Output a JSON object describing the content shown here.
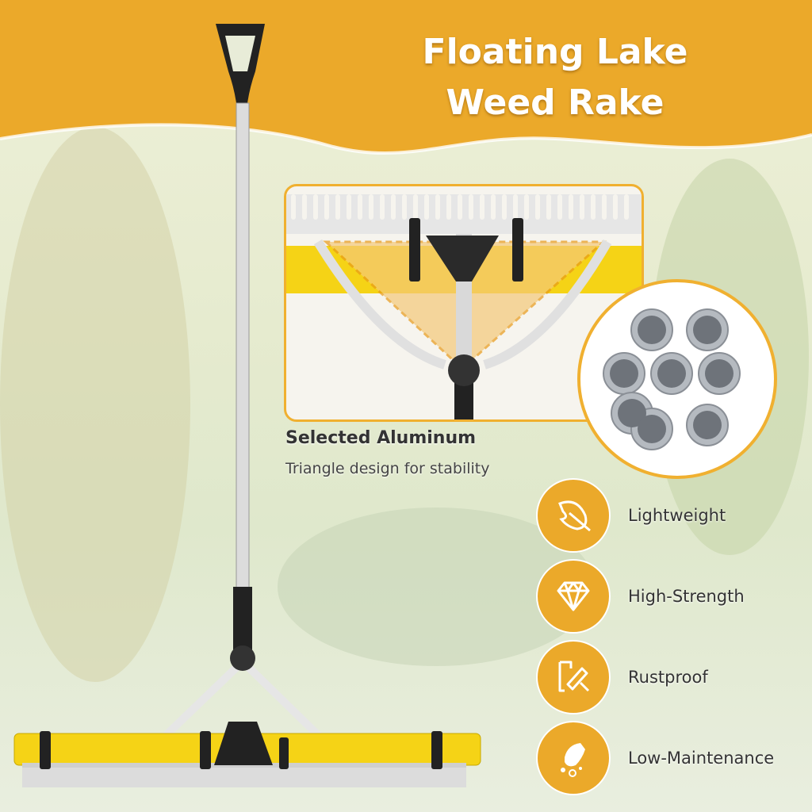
{
  "header": {
    "title_line1": "Floating Lake",
    "title_line2": "Weed Rake"
  },
  "detail": {
    "heading": "Selected Aluminum",
    "subheading": "Triangle design for stability"
  },
  "features": [
    {
      "label": "Lightweight",
      "icon": "feather-icon"
    },
    {
      "label": "High-Strength",
      "icon": "diamond-icon"
    },
    {
      "label": "Rustproof",
      "icon": "paint-roller-icon"
    },
    {
      "label": "Low-Maintenance",
      "icon": "glove-cleaning-icon"
    }
  ],
  "colors": {
    "accent": "#eba92a",
    "float": "#f5d316",
    "handle": "#d8d8d8"
  }
}
